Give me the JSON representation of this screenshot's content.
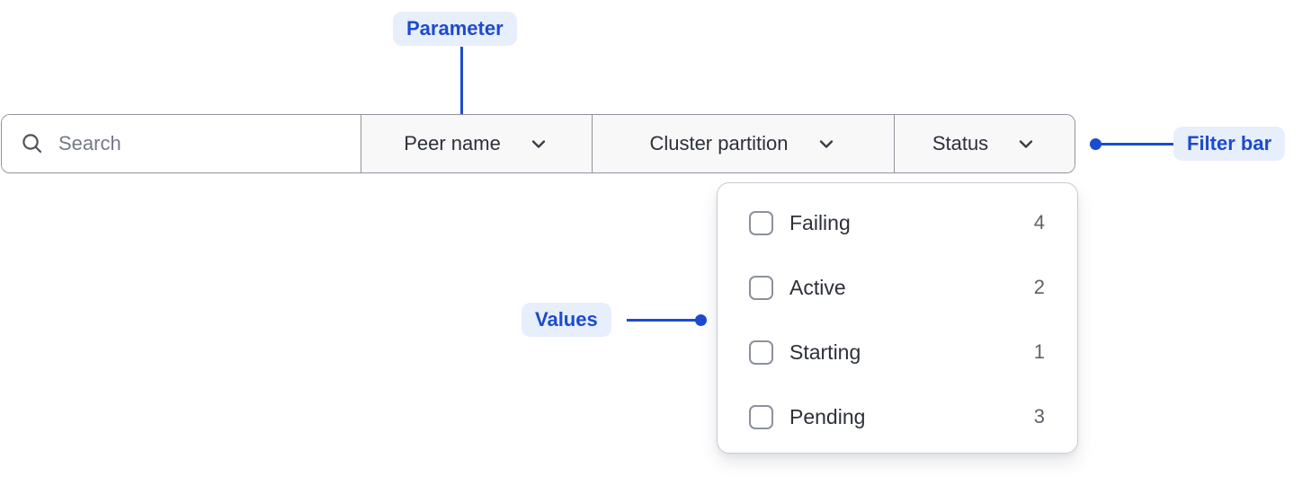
{
  "annotations": {
    "parameter_label": "Parameter",
    "filter_bar_label": "Filter bar",
    "values_label": "Values"
  },
  "filter_bar": {
    "search": {
      "placeholder": "Search",
      "value": ""
    },
    "dropdowns": [
      {
        "label": "Peer name"
      },
      {
        "label": "Cluster partition"
      },
      {
        "label": "Status"
      }
    ]
  },
  "dropdown_panel": {
    "parent": "Status",
    "options": [
      {
        "label": "Failing",
        "count": "4",
        "checked": false
      },
      {
        "label": "Active",
        "count": "2",
        "checked": false
      },
      {
        "label": "Starting",
        "count": "1",
        "checked": false
      },
      {
        "label": "Pending",
        "count": "3",
        "checked": false
      }
    ]
  },
  "colors": {
    "accent_blue": "#1d4bce",
    "badge_bg": "#e7eefc",
    "bar_border": "#8f939c",
    "section_bg": "#f8f8f9",
    "dark_text": "#2c3039",
    "placeholder": "#747a85",
    "count_gray": "#5d636e",
    "panel_border": "#c9cbd3",
    "checkbox_border": "#8b919c"
  }
}
